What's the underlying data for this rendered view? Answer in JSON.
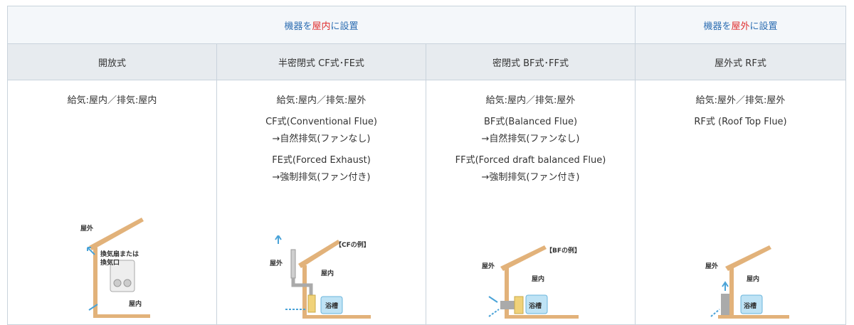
{
  "groups": {
    "indoor": {
      "prefix": "機器を",
      "highlight": "屋内",
      "suffix": "に設置"
    },
    "outdoor": {
      "prefix": "機器を",
      "highlight": "屋外",
      "suffix": "に設置"
    }
  },
  "columns": [
    {
      "title": "開放式",
      "lines": [
        "給気:屋内／排気:屋内"
      ],
      "labels": {
        "outside": "屋外",
        "vent": "換気扇または",
        "vent2": "換気口",
        "inside": "屋内"
      }
    },
    {
      "title": "半密閉式 CF式･FE式",
      "line_head": "給気:屋内／排気:屋外",
      "cf_name": "CF式(Conventional Flue)",
      "cf_note": "→自然排気(ファンなし)",
      "fe_name": "FE式(Forced Exhaust)",
      "fe_note": "→強制排気(ファン付き)",
      "labels": {
        "example": "【CFの例】",
        "outside": "屋外",
        "inside": "屋内",
        "bath": "浴槽"
      }
    },
    {
      "title": "密閉式 BF式･FF式",
      "line_head": "給気:屋内／排気:屋外",
      "bf_name": "BF式(Balanced Flue)",
      "bf_note": "→自然排気(ファンなし)",
      "ff_name": "FF式(Forced draft balanced Flue)",
      "ff_note": "→強制排気(ファン付き)",
      "labels": {
        "example": "【BFの例】",
        "outside": "屋外",
        "inside": "屋内",
        "bath": "浴槽"
      }
    },
    {
      "title": "屋外式 RF式",
      "line_head": "給気:屋外／排気:屋外",
      "rf_name": "RF式 (Roof Top Flue)",
      "labels": {
        "outside": "屋外",
        "inside": "屋内",
        "bath": "浴槽"
      }
    }
  ]
}
